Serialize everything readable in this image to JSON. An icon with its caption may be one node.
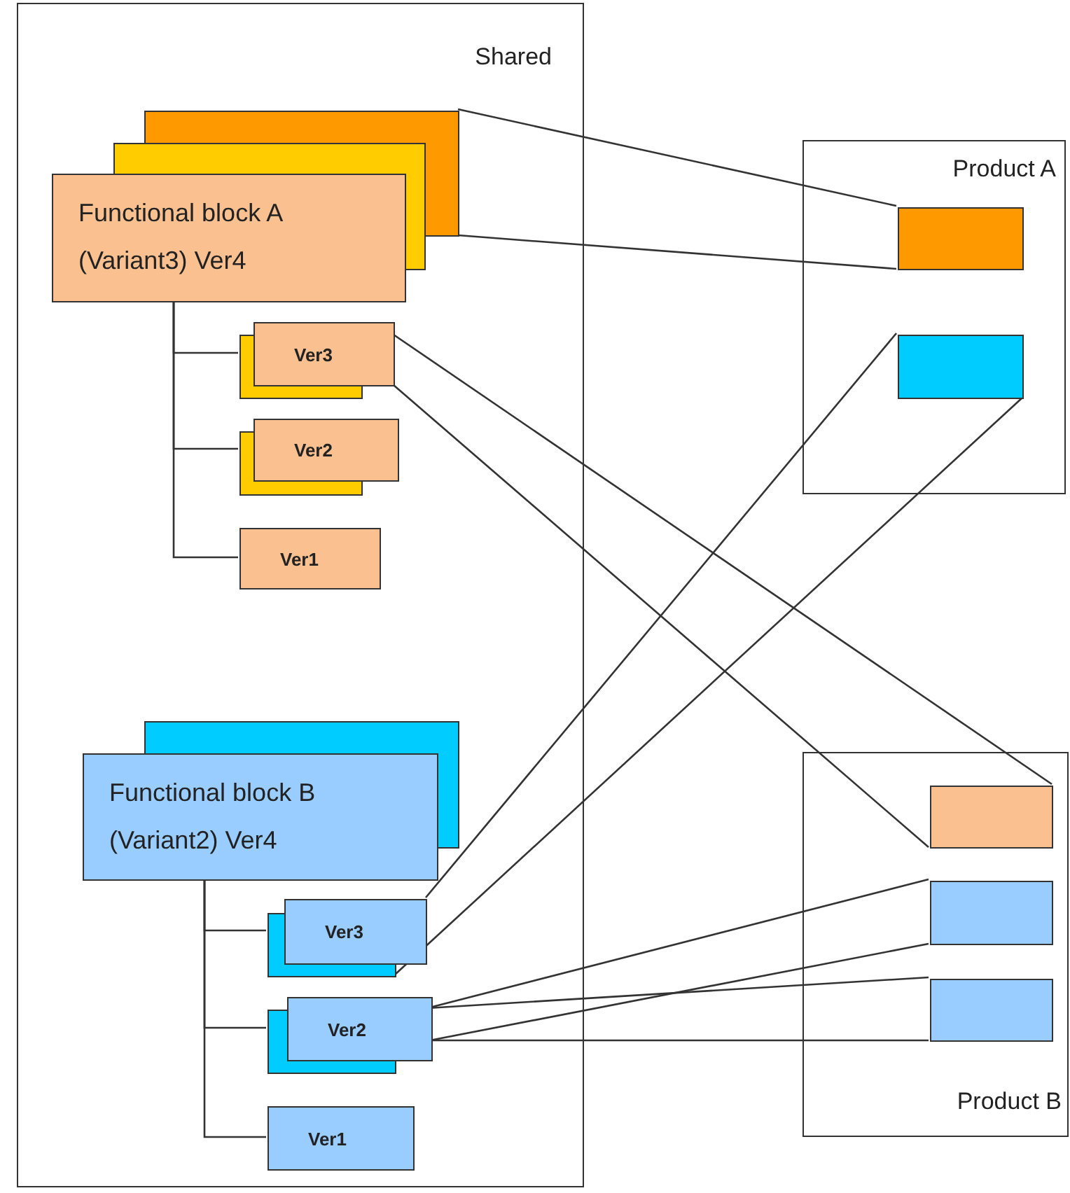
{
  "diagram": {
    "nodes": [
      {
        "text": [
          "Shared"
        ]
      },
      {
        "text": [
          "Functional block A (Variant3) Ver4"
        ],
        "in": 0
      },
      {
        "text": [
          "Ver3"
        ],
        "in": 0
      },
      {
        "text": [
          "Ver2"
        ],
        "in": 0
      },
      {
        "text": [
          "Ver1"
        ],
        "in": 0
      },
      {
        "text": [
          "Functional block B (Variant2) Ver4"
        ],
        "in": 0
      },
      {
        "text": [
          "Ver3"
        ],
        "in": 0
      },
      {
        "text": [
          "Ver2"
        ],
        "in": 0
      },
      {
        "text": [
          "Ver1"
        ],
        "in": 0
      },
      {
        "text": [
          "Product A"
        ]
      },
      {
        "text": [],
        "shape": "box",
        "in": 9
      },
      {
        "text": [],
        "shape": "box",
        "in": 9
      },
      {
        "text": [
          "Product B"
        ]
      },
      {
        "text": [],
        "shape": "box",
        "in": 12
      },
      {
        "text": [],
        "shape": "box",
        "in": 12
      },
      {
        "text": [],
        "shape": "box",
        "in": 12
      }
    ],
    "edges": [
      {
        "from": 1,
        "to": 2,
        "arrow": "none"
      },
      {
        "from": 1,
        "to": 3,
        "arrow": "none"
      },
      {
        "from": 1,
        "to": 4,
        "arrow": "none"
      },
      {
        "from": 5,
        "to": 6,
        "arrow": "none"
      },
      {
        "from": 5,
        "to": 7,
        "arrow": "none"
      },
      {
        "from": 5,
        "to": 8,
        "arrow": "none"
      },
      {
        "from": 1,
        "to": 10,
        "arrow": "none"
      },
      {
        "from": 1,
        "to": 10,
        "arrow": "none"
      },
      {
        "from": 2,
        "to": 13,
        "arrow": "none"
      },
      {
        "from": 2,
        "to": 13,
        "arrow": "none"
      },
      {
        "from": 6,
        "to": 11,
        "arrow": "none"
      },
      {
        "from": 6,
        "to": 11,
        "arrow": "none"
      },
      {
        "from": 7,
        "to": 14,
        "arrow": "none"
      },
      {
        "from": 7,
        "to": 14,
        "arrow": "none"
      },
      {
        "from": 7,
        "to": 15,
        "arrow": "none"
      },
      {
        "from": 7,
        "to": 15,
        "arrow": "none"
      }
    ]
  }
}
